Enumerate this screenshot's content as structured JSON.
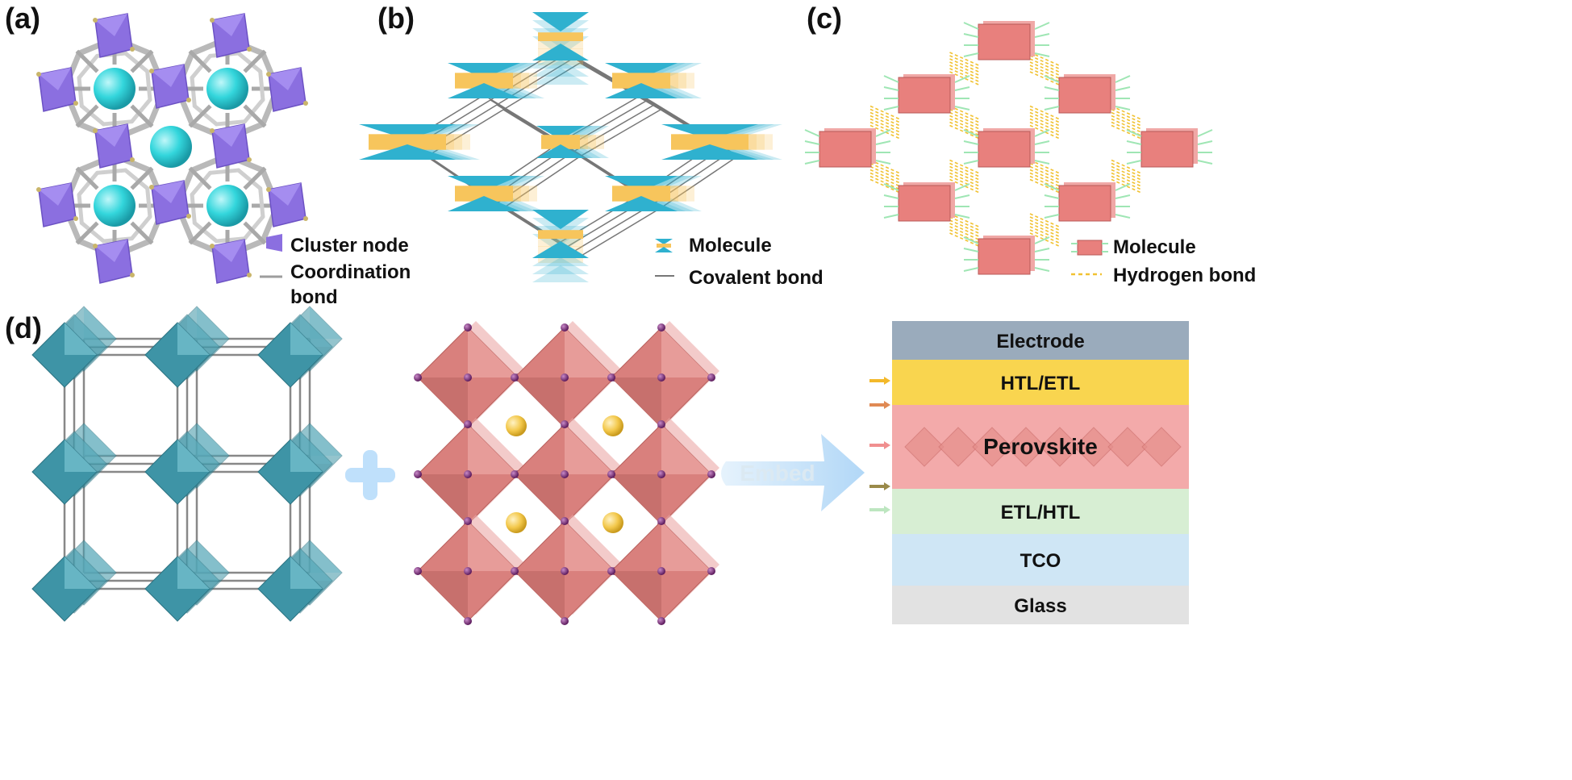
{
  "panels": {
    "a": {
      "label": "(a)",
      "legend": {
        "node": "Cluster node",
        "bond_line1": "Coordination",
        "bond_line2": "bond"
      },
      "colors": {
        "node": "#8b6fe0",
        "bond": "#b9b9b9",
        "guest": "#33d6dc"
      }
    },
    "b": {
      "label": "(b)",
      "legend": {
        "molecule": "Molecule",
        "bond": "Covalent bond"
      },
      "colors": {
        "teal": "#2fb1cf",
        "yellow": "#f7c55c",
        "bond": "#777777"
      }
    },
    "c": {
      "label": "(c)",
      "legend": {
        "molecule": "Molecule",
        "bond": "Hydrogen bond"
      },
      "colors": {
        "block": "#e8807d",
        "hbond": "#f1c232",
        "ligand": "#9fe6b4"
      }
    },
    "d": {
      "label": "(d)",
      "embed": "Embed",
      "device_layers": [
        "Electrode",
        "HTL/ETL",
        "Perovskite",
        "ETL/HTL",
        "TCO",
        "Glass"
      ],
      "layer_colors": [
        "#9aabbc",
        "#f9d54f",
        "#f3aaaa",
        "#d7eed3",
        "#cfe6f5",
        "#e2e2e2"
      ],
      "colors": {
        "octahedron_blue": "#3e94a6",
        "octahedron_pink": "#d9807d",
        "halide": "#7a2a7a",
        "a_cation": "#f3c84b",
        "plus": "#bfe0fb"
      }
    }
  }
}
